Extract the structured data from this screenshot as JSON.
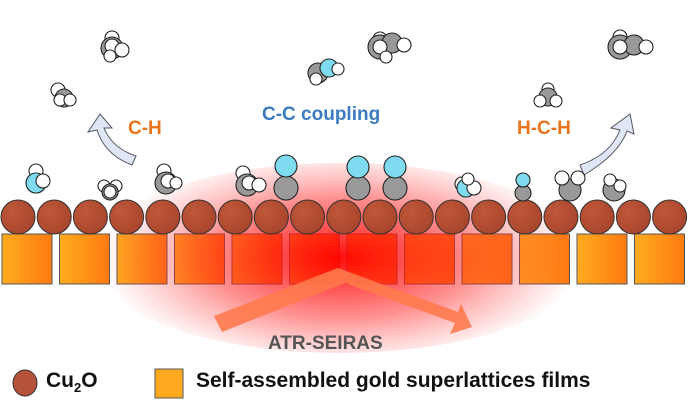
{
  "labels": {
    "c_h": "C-H",
    "c_c_coupling": "C-C coupling",
    "h_c_h": "H-C-H",
    "technique": "ATR-SEIRAS"
  },
  "legend": {
    "cu2o_prefix": "Cu",
    "cu2o_subscript": "2",
    "cu2o_suffix": "O",
    "gold_films": "Self-assembled gold superlattices films"
  },
  "colors": {
    "cu2o": "#b5523a",
    "gold": "#ffaa1e",
    "carbon": "#999999",
    "oxygen": "#7fdcf0",
    "c_h_label": "#e8741c",
    "c_c_label": "#3b7bc0",
    "technique_label": "#555555",
    "ir_beam": "#ff7a4e"
  }
}
